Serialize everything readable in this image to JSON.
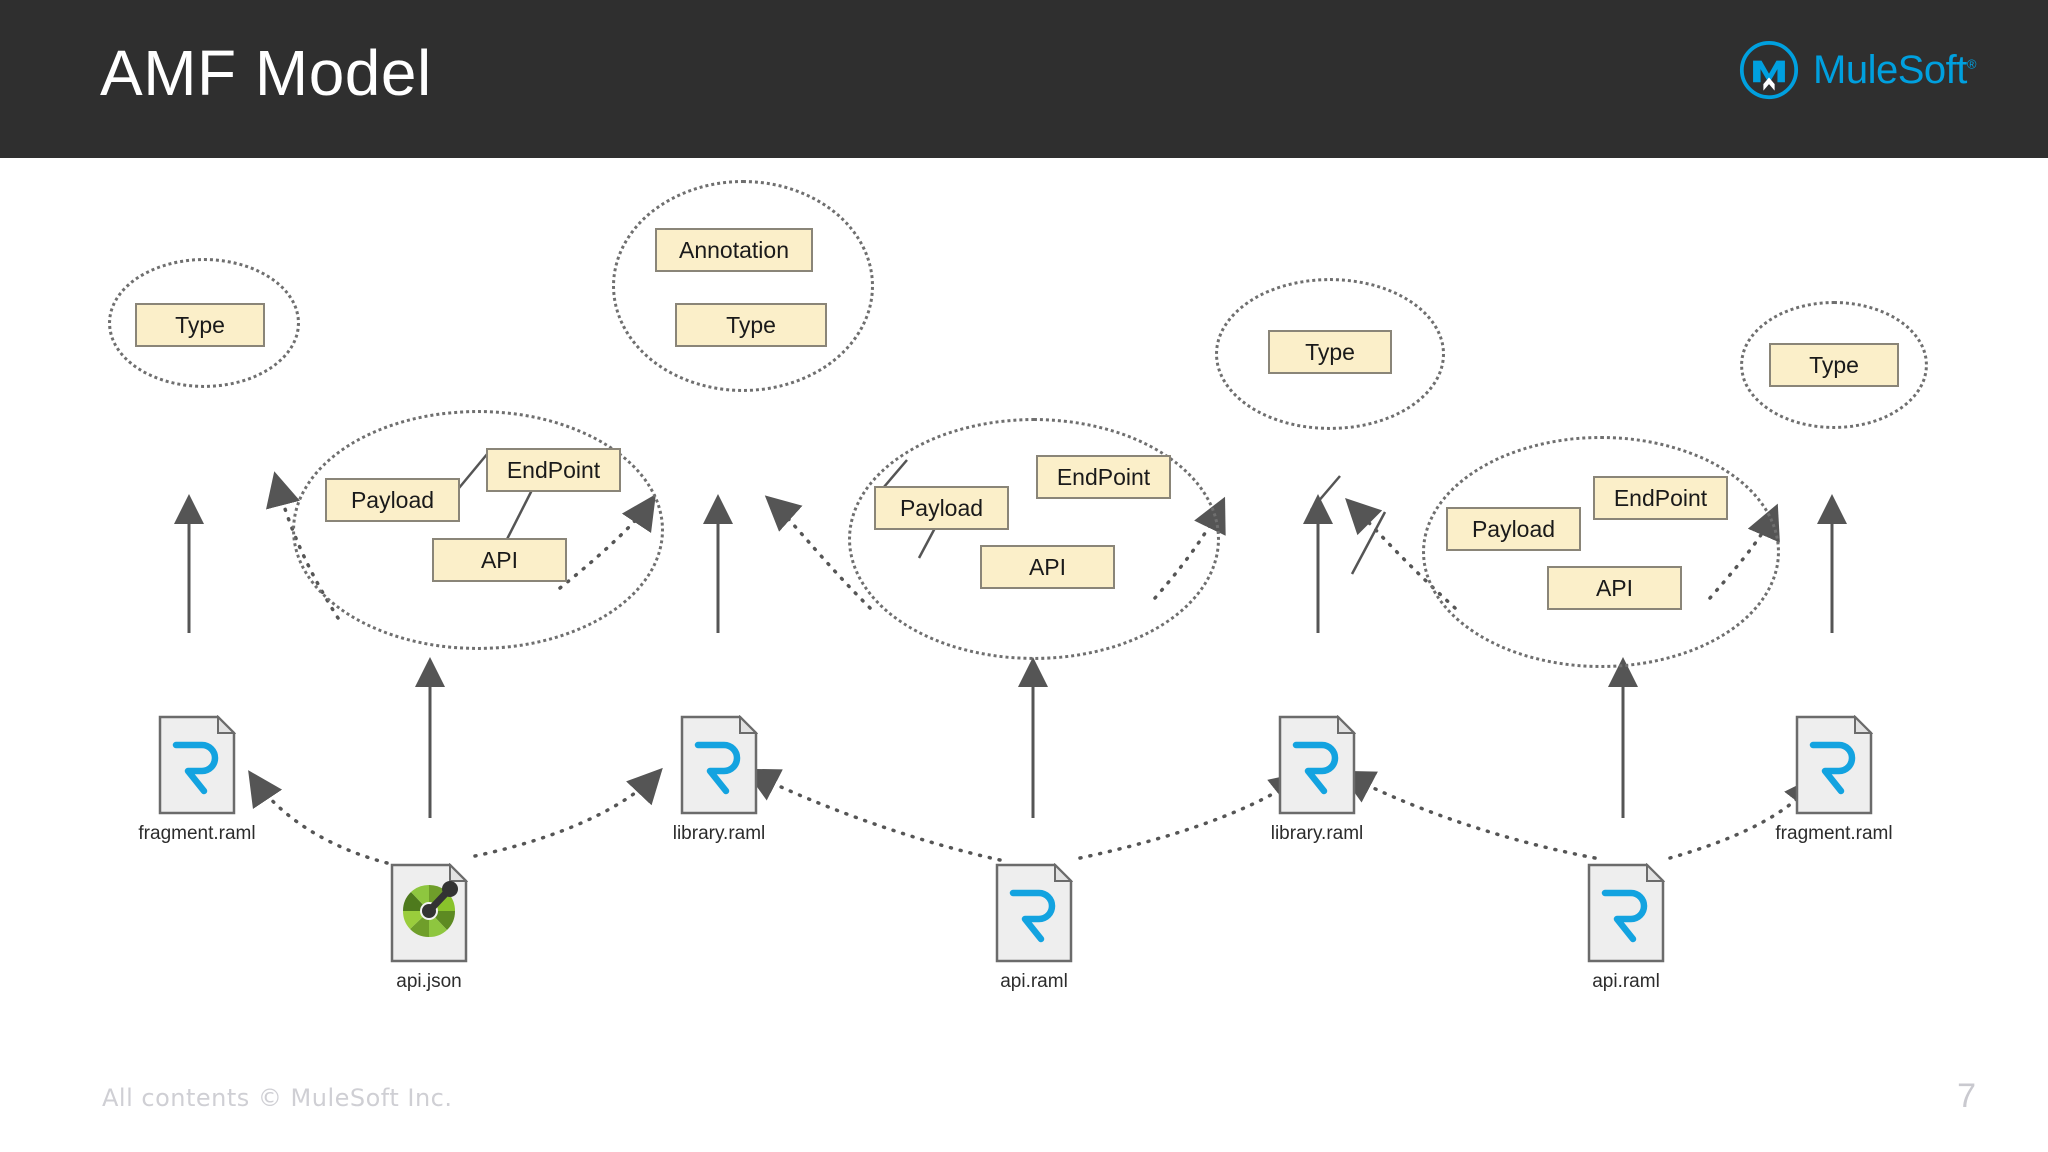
{
  "header": {
    "title": "AMF Model",
    "logo_text": "MuleSoft",
    "logo_tm": "®",
    "background_color": "#2f2f2f",
    "logo_color": "#00A0DF"
  },
  "footer": {
    "copyright": "All contents © MuleSoft Inc.",
    "page_number": "7"
  },
  "diagram": {
    "node_fill": "#FBEFC9",
    "node_border": "#8a8578",
    "edge_color": "#555555",
    "groups": [
      {
        "id": "group-fragment-left",
        "name": "fragment-raml-left-model",
        "nodes": [
          {
            "label": "Type"
          }
        ]
      },
      {
        "id": "group-api-json",
        "name": "api-json-model",
        "nodes": [
          {
            "label": "Payload"
          },
          {
            "label": "EndPoint"
          },
          {
            "label": "API"
          }
        ]
      },
      {
        "id": "group-library-left",
        "name": "library-raml-left-model",
        "nodes": [
          {
            "label": "Annotation"
          },
          {
            "label": "Type"
          }
        ]
      },
      {
        "id": "group-api-raml-center",
        "name": "api-raml-center-model",
        "nodes": [
          {
            "label": "Payload"
          },
          {
            "label": "EndPoint"
          },
          {
            "label": "API"
          }
        ]
      },
      {
        "id": "group-library-right",
        "name": "library-raml-right-model",
        "nodes": [
          {
            "label": "Type"
          }
        ]
      },
      {
        "id": "group-api-raml-right",
        "name": "api-raml-right-model",
        "nodes": [
          {
            "label": "Payload"
          },
          {
            "label": "EndPoint"
          },
          {
            "label": "API"
          }
        ]
      },
      {
        "id": "group-fragment-right",
        "name": "fragment-raml-right-model",
        "nodes": [
          {
            "label": "Type"
          }
        ]
      }
    ],
    "files": [
      {
        "id": "file-fragment-left",
        "label": "fragment.raml",
        "icon": "raml-file-icon"
      },
      {
        "id": "file-api-json",
        "label": "api.json",
        "icon": "swagger-file-icon"
      },
      {
        "id": "file-library-left",
        "label": "library.raml",
        "icon": "raml-file-icon"
      },
      {
        "id": "file-api-raml-center",
        "label": "api.raml",
        "icon": "raml-file-icon"
      },
      {
        "id": "file-library-right",
        "label": "library.raml",
        "icon": "raml-file-icon"
      },
      {
        "id": "file-api-raml-right",
        "label": "api.raml",
        "icon": "raml-file-icon"
      },
      {
        "id": "file-fragment-right",
        "label": "fragment.raml",
        "icon": "raml-file-icon"
      }
    ]
  }
}
